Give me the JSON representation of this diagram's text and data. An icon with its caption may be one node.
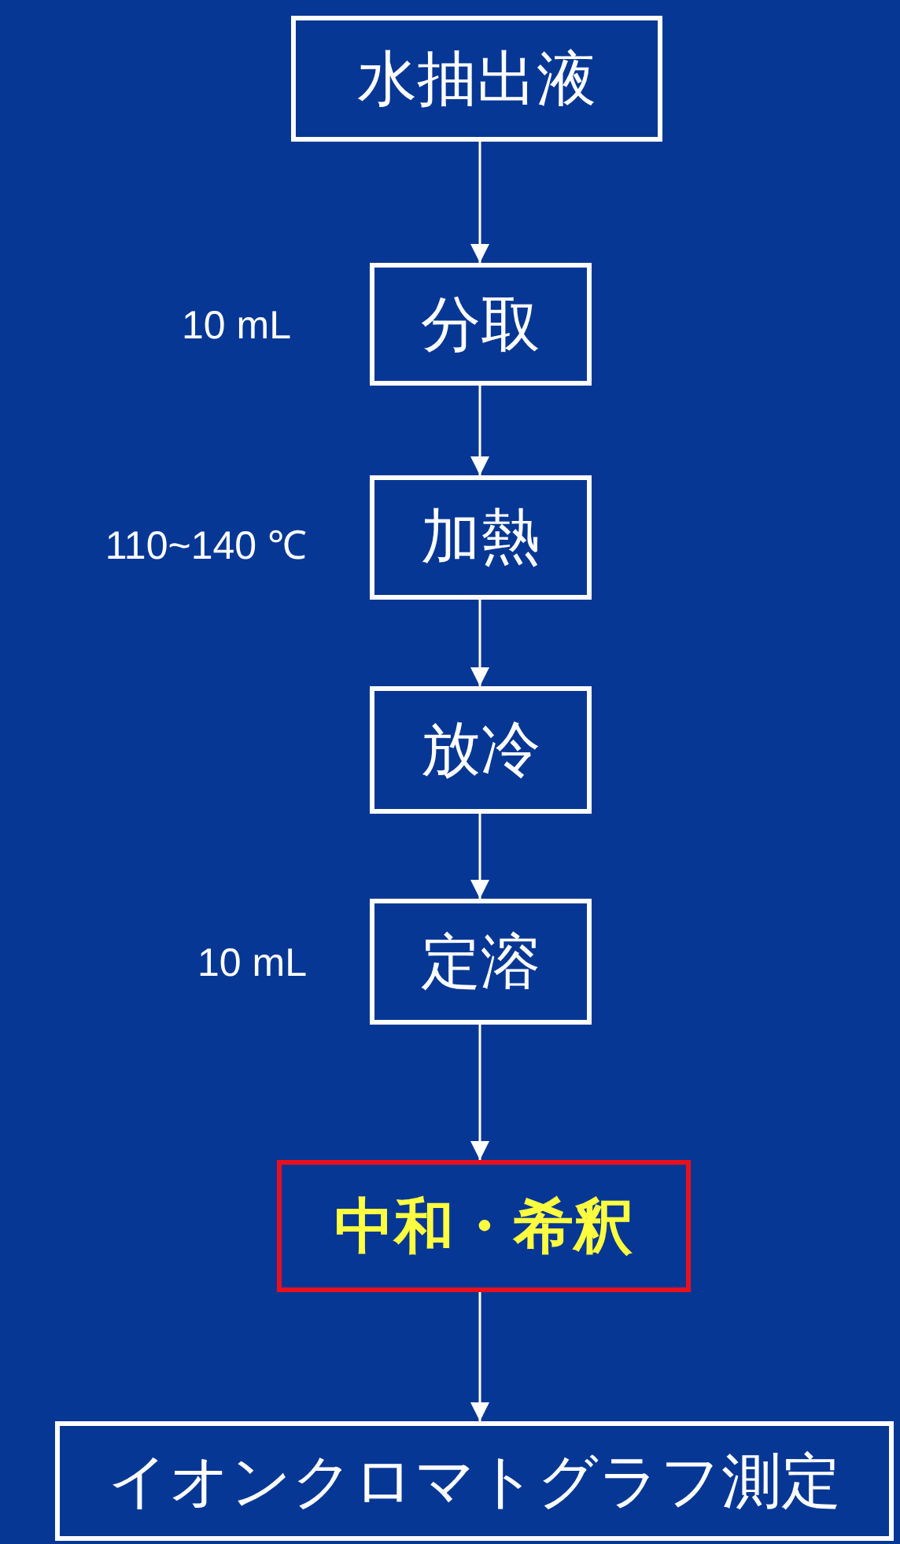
{
  "diagram": {
    "nodes": [
      {
        "text": [
          "水抽出液"
        ]
      },
      {
        "text": [
          "分取"
        ],
        "beside": [
          "10 mL"
        ]
      },
      {
        "text": [
          "加熱"
        ],
        "beside": [
          "110~140 ℃"
        ]
      },
      {
        "text": [
          "放冷"
        ]
      },
      {
        "text": [
          "定溶"
        ],
        "beside": [
          "10 mL"
        ]
      },
      {
        "text": [
          "中和・希釈"
        ]
      },
      {
        "text": [
          "イオンクロマトグラフ測定"
        ]
      }
    ],
    "edges": [
      {
        "from": 0,
        "to": 1,
        "arrow": "to"
      },
      {
        "from": 1,
        "to": 2,
        "arrow": "to"
      },
      {
        "from": 2,
        "to": 3,
        "arrow": "to"
      },
      {
        "from": 3,
        "to": 4,
        "arrow": "to"
      },
      {
        "from": 4,
        "to": 5,
        "arrow": "to"
      },
      {
        "from": 5,
        "to": 6,
        "arrow": "to"
      }
    ]
  }
}
